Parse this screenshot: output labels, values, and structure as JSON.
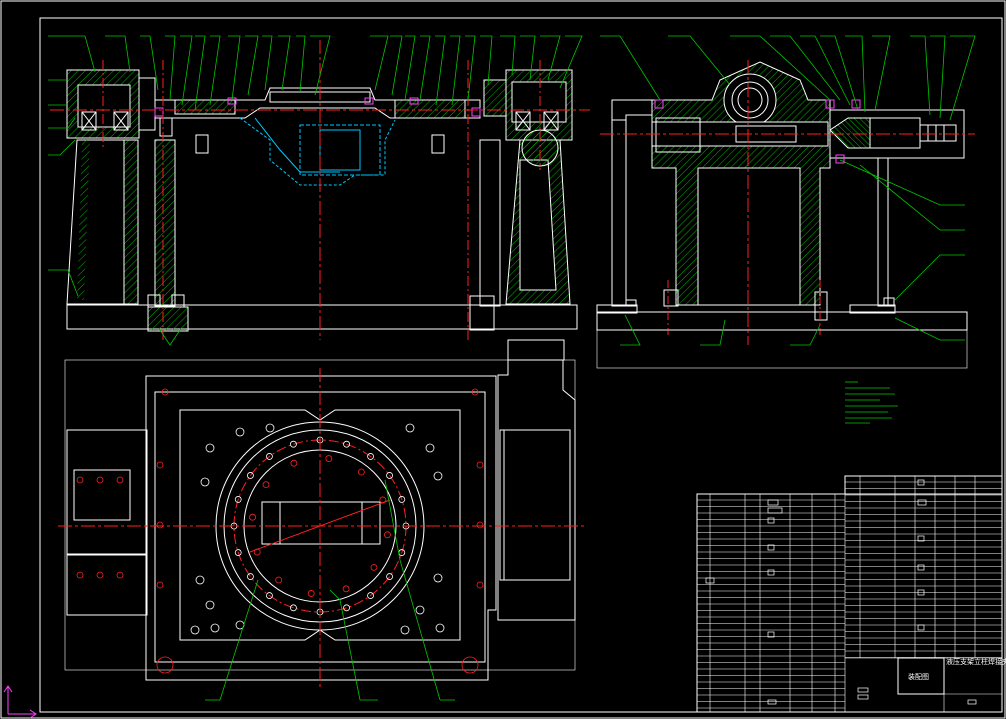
{
  "drawing": {
    "background": "#000000",
    "colors": {
      "outline": "#ffffff",
      "hatch": "#00b400",
      "leader": "#00c800",
      "center": "#ff2020",
      "hidden": "#00c8ff",
      "magenta": "#ff40ff",
      "yellow": "#ffff00",
      "frame": "#ffffff"
    },
    "views": [
      "front-view",
      "side-view",
      "plan-view"
    ],
    "notes_block": "technical-notes",
    "title_block": {
      "drawing_title": "装配图",
      "small_caption": "液压支架立柱焊接夹具",
      "right_label": "",
      "cells": []
    },
    "ucs_icon": "ucs-icon"
  }
}
